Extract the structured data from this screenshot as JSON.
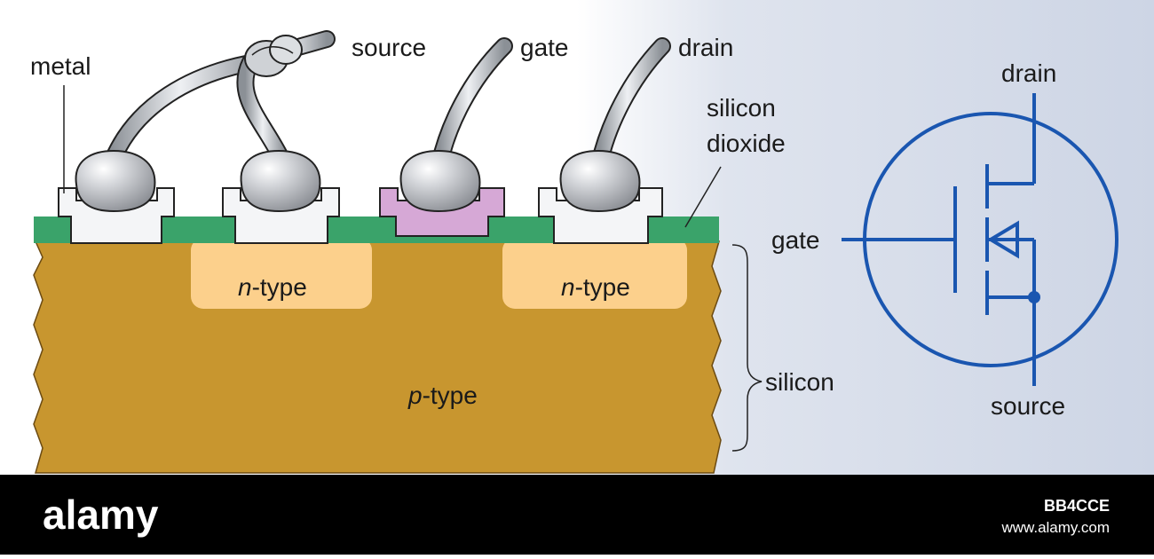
{
  "cross_section": {
    "labels": {
      "metal": "metal",
      "source": "source",
      "gate": "gate",
      "drain": "drain",
      "silicon_dioxide_line1": "silicon",
      "silicon_dioxide_line2": "dioxide",
      "silicon": "silicon"
    },
    "regions": {
      "n_type_left_italic": "n",
      "n_type_left_rest": "-type",
      "n_type_right_italic": "n",
      "n_type_right_rest": "-type",
      "p_type_italic": "p",
      "p_type_rest": "-type"
    }
  },
  "symbol": {
    "drain": "drain",
    "gate": "gate",
    "source": "source"
  },
  "footer": {
    "logo": "alamy",
    "image_id": "BB4CCE",
    "url": "www.alamy.com"
  },
  "colors": {
    "substrate": "#c8962f",
    "n_region": "#fcd08c",
    "oxide": "#3aa36a",
    "gate_pad": "#d6a8d6",
    "symbol_blue": "#1a56b0",
    "footer_bg": "#000000"
  }
}
